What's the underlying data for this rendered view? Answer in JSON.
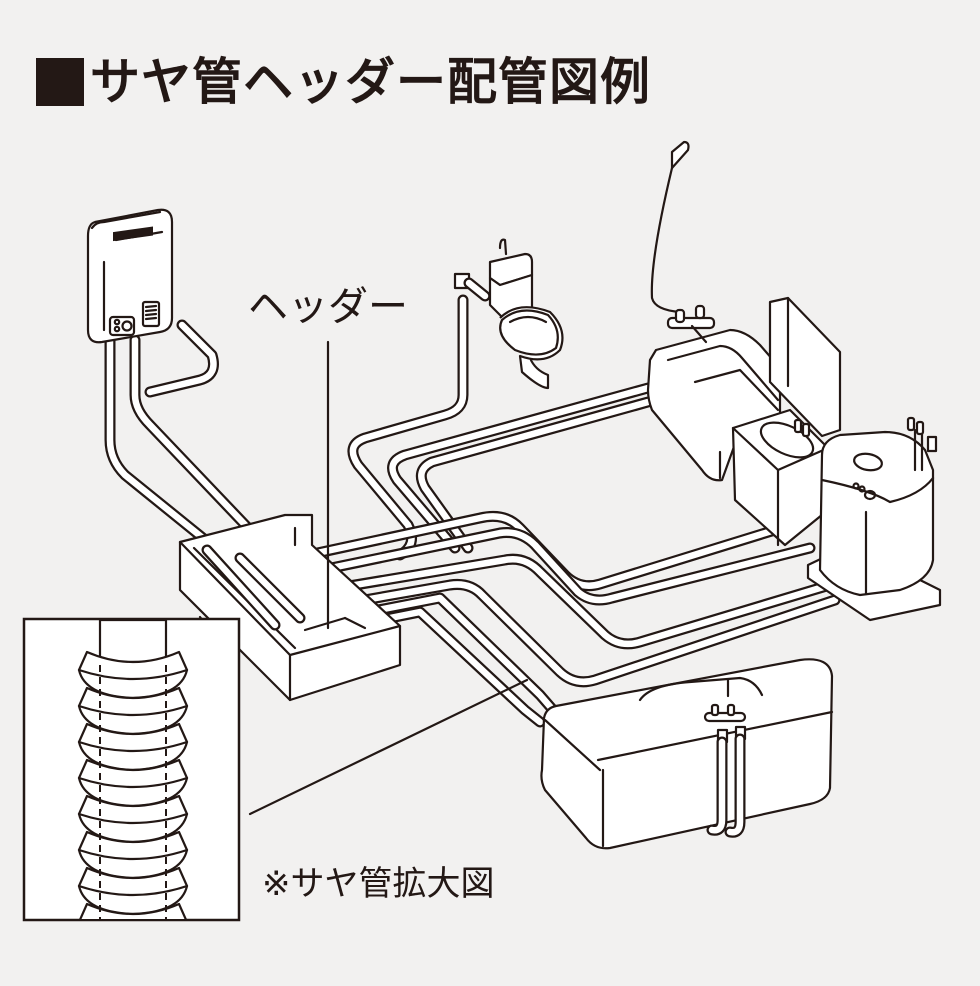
{
  "title": {
    "marker": "square-bullet",
    "text": "サヤ管ヘッダー配管図例"
  },
  "labels": {
    "header": "ヘッダー",
    "inset_caption": "※サヤ管拡大図"
  },
  "components": [
    {
      "id": "water-heater",
      "name": "給湯器"
    },
    {
      "id": "header-box",
      "name": "ヘッダー"
    },
    {
      "id": "toilet",
      "name": "トイレ"
    },
    {
      "id": "bathtub",
      "name": "浴槽"
    },
    {
      "id": "washbasin",
      "name": "洗面台"
    },
    {
      "id": "washing-machine",
      "name": "洗濯機"
    },
    {
      "id": "kitchen-sink",
      "name": "キッチン"
    },
    {
      "id": "sheath-pipe-inset",
      "name": "サヤ管拡大図"
    }
  ],
  "colors": {
    "background": "#f2f1f0",
    "ink": "#231815",
    "fill": "#ffffff"
  }
}
